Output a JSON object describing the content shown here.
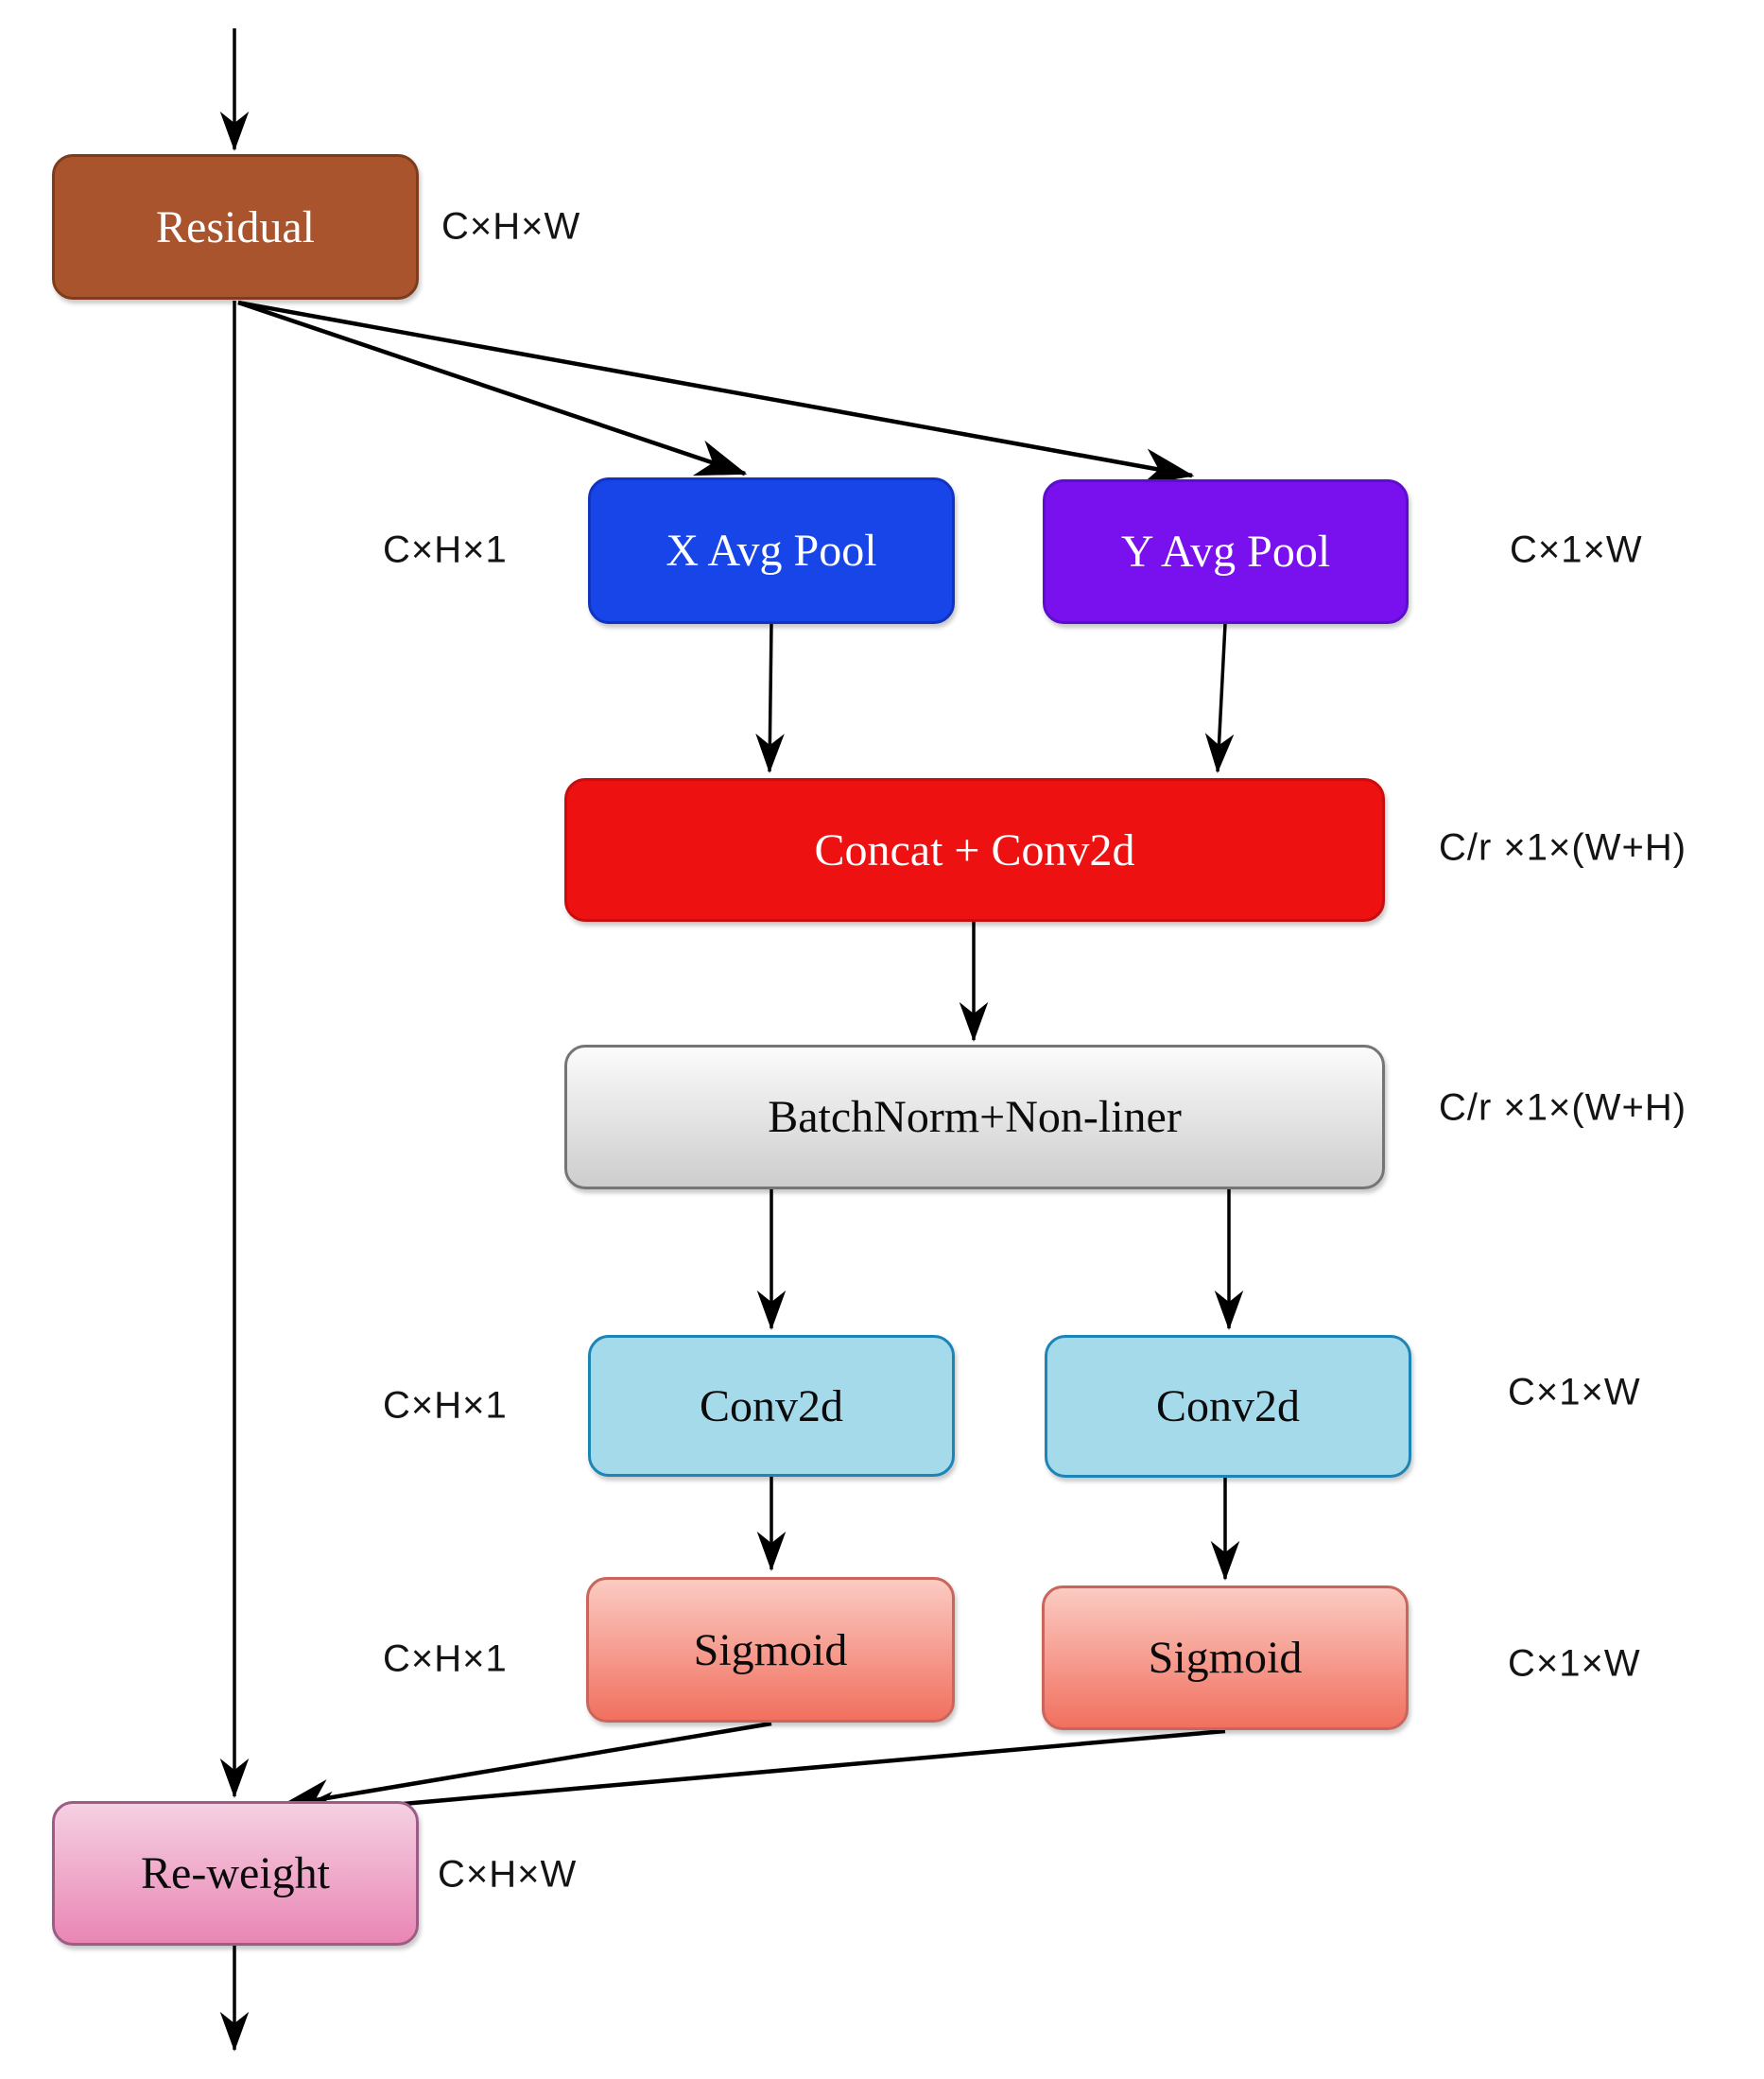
{
  "nodes": {
    "residual": {
      "label": "Residual",
      "dim": "C×H×W"
    },
    "x_avg_pool": {
      "label": "X Avg Pool",
      "dim": "C×H×1"
    },
    "y_avg_pool": {
      "label": "Y Avg Pool",
      "dim": "C×1×W"
    },
    "concat_conv": {
      "label": "Concat + Conv2d",
      "dim": "C/r ×1×(W+H)"
    },
    "batchnorm": {
      "label": "BatchNorm+Non-liner",
      "dim": "C/r ×1×(W+H)"
    },
    "conv2d_left": {
      "label": "Conv2d",
      "dim": "C×H×1"
    },
    "conv2d_right": {
      "label": "Conv2d",
      "dim": "C×1×W"
    },
    "sigmoid_left": {
      "label": "Sigmoid",
      "dim": "C×H×1"
    },
    "sigmoid_right": {
      "label": "Sigmoid",
      "dim": "C×1×W"
    },
    "reweight": {
      "label": "Re-weight",
      "dim": "C×H×W"
    }
  },
  "colors": {
    "residual_fill": "#A9542D",
    "residual_stroke": "#7E3C1C",
    "xpool_fill": "#1845E8",
    "xpool_stroke": "#1233BF",
    "ypool_fill": "#7911EE",
    "ypool_stroke": "#5D0ECD",
    "concat_fill": "#EE1111",
    "concat_stroke": "#C70D0D",
    "batchnorm_fill_top": "#FBFBFB",
    "batchnorm_fill_bottom": "#CDCDCD",
    "batchnorm_stroke": "#757575",
    "conv_fill": "#A5DAEB",
    "conv_stroke": "#1D85B5",
    "sigmoid_fill_top": "#FBCBC2",
    "sigmoid_fill_bottom": "#F1705F",
    "sigmoid_stroke": "#C9655A",
    "reweight_fill_top": "#F5D0E2",
    "reweight_fill_bottom": "#E986B4",
    "reweight_stroke": "#9C5C86",
    "arrow": "#000000",
    "label_text": "#141414"
  }
}
